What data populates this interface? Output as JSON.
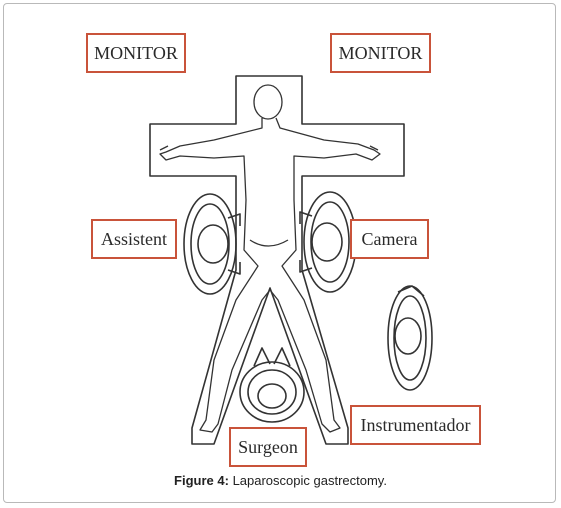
{
  "labels": {
    "monitor_left": "MONITOR",
    "monitor_right": "MONITOR",
    "assistant": "Assistent",
    "camera": "Camera",
    "instrumentador": "Instrumentador",
    "surgeon": "Surgeon"
  },
  "caption": {
    "label": "Figure 4:",
    "text": "Laparoscopic gastrectomy."
  },
  "colors": {
    "box_border": "#c9533a",
    "line": "#333333"
  }
}
